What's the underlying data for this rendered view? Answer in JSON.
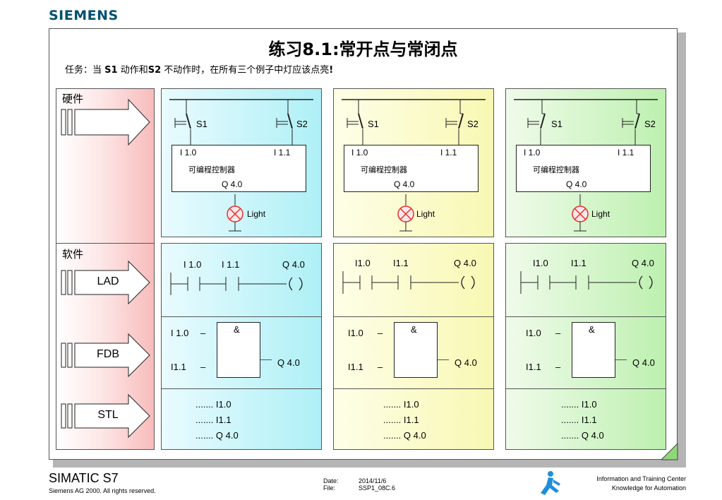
{
  "brand": "SIEMENS",
  "title": "练习8.1:常开点与常闭点",
  "task": "任务：当 S1 动作和S2 不动作时，在所有三个例子中灯应该点亮!",
  "sections": {
    "hardware": "硬件",
    "software": "软件"
  },
  "arrows": {
    "lad": "LAD",
    "fdb": "FDB",
    "stl": "STL"
  },
  "hardware": {
    "s1": "S1",
    "s2": "S2",
    "plc_label": "可编程控制器",
    "in1": "I 1.0",
    "in2": "I 1.1",
    "out": "Q 4.0",
    "light": "Light"
  },
  "software": {
    "ex1": {
      "a": "I 1.0",
      "b": "I 1.1",
      "fdb_a": "I 1.0",
      "fdb_b": "I1.1"
    },
    "ex2": {
      "a": "I1.0",
      "b": "I1.1",
      "fdb_a": "I1.0",
      "fdb_b": "I1.1"
    },
    "ex3": {
      "a": "I1.0",
      "b": "I1.1",
      "fdb_a": "I1.0",
      "fdb_b": "I1.1"
    },
    "out": "Q 4.0",
    "and": "&",
    "dash": "–",
    "stl1": ".......  I1.0",
    "stl2": ".......  I1.1",
    "stl3": ".......  Q 4.0"
  },
  "footer": {
    "product": "SIMATIC S7",
    "copyright": "Siemens AG 2000. All rights reserved.",
    "date_label": "Date:",
    "date_value": "2014/11/6",
    "file_label": "File:",
    "file_value": "SSP1_08C.6",
    "center1": "Information and Training Center",
    "center2": "Knowledge for Automation"
  },
  "colors": {
    "cyan": "#aef0f6",
    "yellow": "#f8f8b3",
    "green": "#bdf0b0",
    "pink": "#f8bcbc",
    "light_icon": "#e03030"
  }
}
